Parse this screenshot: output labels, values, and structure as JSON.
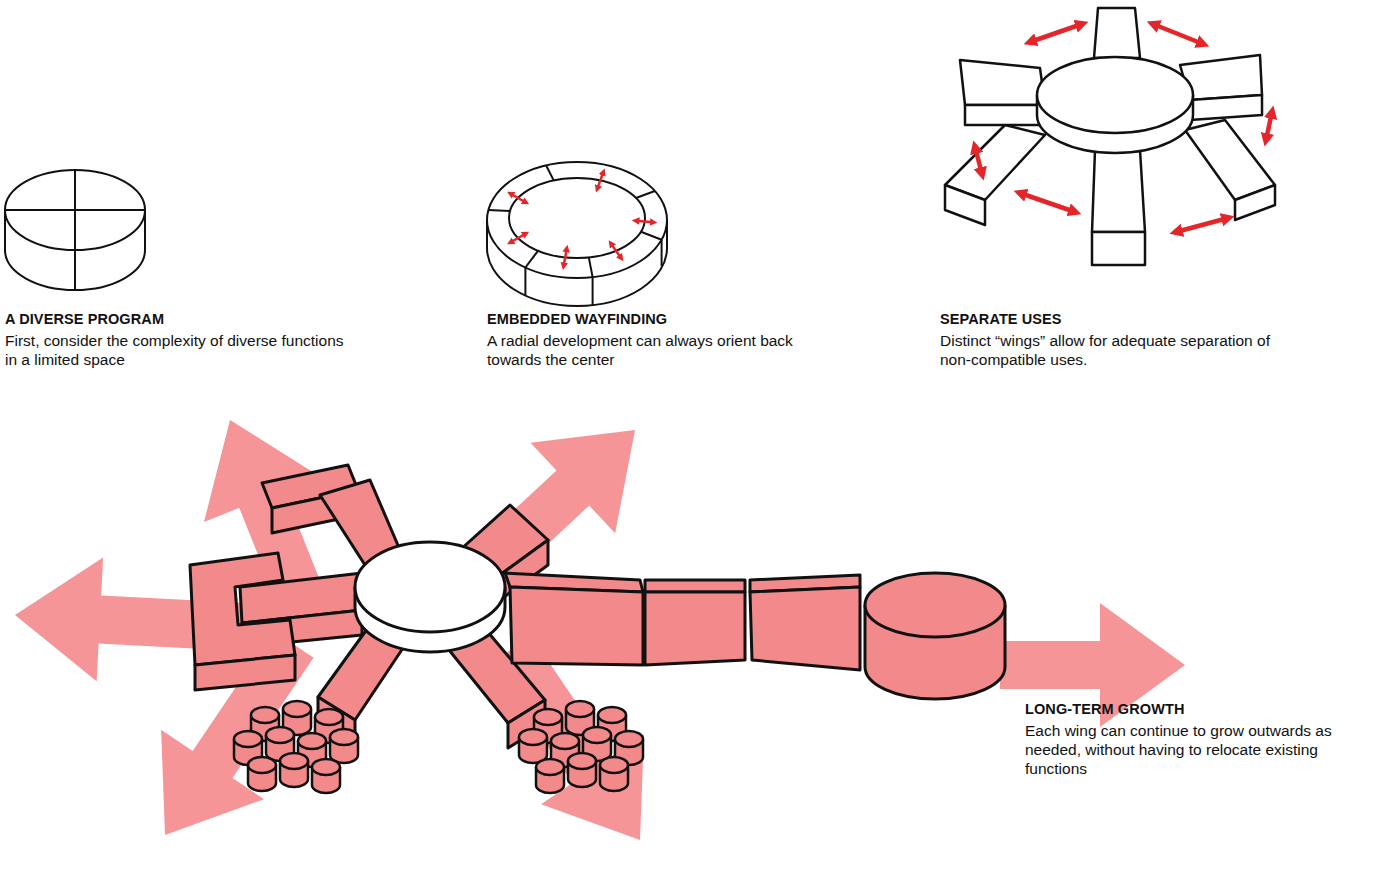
{
  "diagram": {
    "labels": [
      "A DIVERSE PROGRAM",
      "First, consider the complexity of diverse functions in a limited space",
      "EMBEDDED WAYFINDING",
      "A radial development can always orient back towards the center",
      "SEPARATE USES",
      "Distinct “wings” allow for adequate separation of non-compatible uses.",
      "LONG-TERM GROWTH",
      "Each wing can continue to grow outwards as needed, without having to relocate existing functions"
    ]
  }
}
